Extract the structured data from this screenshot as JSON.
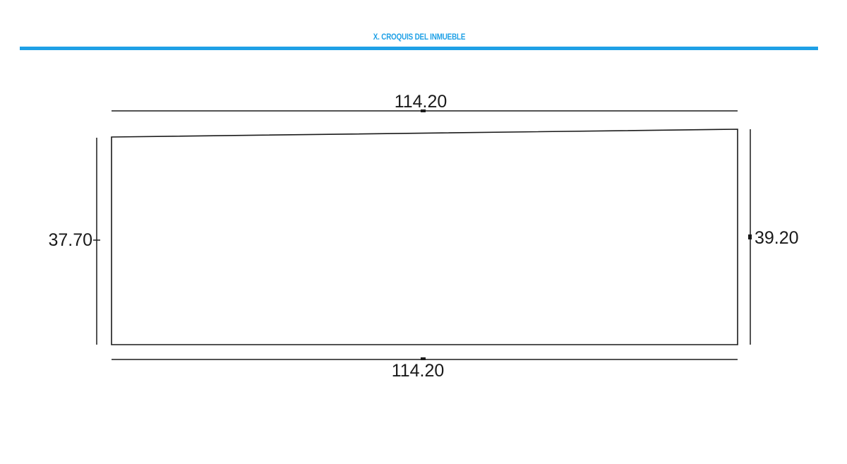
{
  "header": {
    "title": "X. CROQUIS DEL INMUEBLE"
  },
  "sketch": {
    "dimensions": {
      "top": "114.20",
      "bottom": "114.20",
      "left": "37.70",
      "right": "39.20"
    }
  },
  "colors": {
    "accent": "#1ea0e6",
    "line": "#1a1a1a",
    "background": "#ffffff"
  }
}
